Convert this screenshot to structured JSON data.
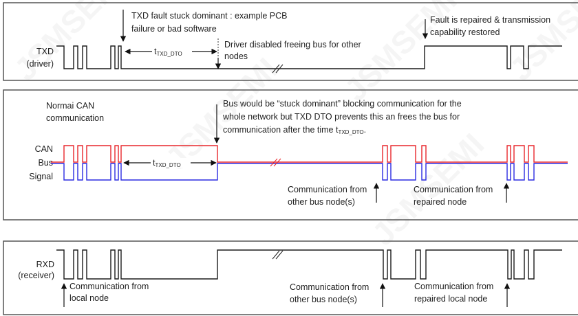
{
  "diagram": {
    "title": "CAN TXD dominant time-out behaviour",
    "watermark": "JSMSEMI",
    "colors": {
      "signal": "#1a1a1a",
      "can_high": "#e8262b",
      "can_low": "#2a2ae0",
      "panel_border": "#555555"
    },
    "panels": {
      "txd": {
        "label_line1": "TXD",
        "label_line2": "(driver)",
        "annotation_fault_line1": "TXD fault stuck dominant : example PCB",
        "annotation_fault_line2": "failure or bad software",
        "annotation_disabled_line1": "Driver disabled freeing bus for other",
        "annotation_disabled_line2": "nodes",
        "annotation_repaired_line1": "Fault is repaired & transmission",
        "annotation_repaired_line2": "capability restored",
        "timer_label_main": "t",
        "timer_label_sub": "TXD_DTO"
      },
      "can": {
        "label_line1": "CAN",
        "label_line2": "Bus",
        "label_line3": "Signal",
        "annotation_normal_line1": "Normai CAN",
        "annotation_normal_line2": "communication",
        "annotation_stuck_line1": "Bus would be “stuck dominant” blocking communication for the",
        "annotation_stuck_line2": "whole network but TXD DTO prevents this an frees the bus for",
        "annotation_stuck_line3": "communication after the time t",
        "annotation_stuck_sub": "TXD_DTO",
        "annotation_stuck_end": ".",
        "annotation_other_line1": "Communication from",
        "annotation_other_line2": "other bus node(s)",
        "annotation_repaired_line1": "Communication from",
        "annotation_repaired_line2": "repaired node",
        "timer_label_main": "t",
        "timer_label_sub": "TXD_DTO"
      },
      "rxd": {
        "label_line1": "RXD",
        "label_line2": "(receiver)",
        "annotation_local_line1": "Communication from",
        "annotation_local_line2": "local node",
        "annotation_other_line1": "Communication from",
        "annotation_other_line2": "other bus node(s)",
        "annotation_repaired_line1": "Communication from",
        "annotation_repaired_line2": "repaired local node"
      }
    },
    "waveforms": {
      "txd_dominant_intervals": [
        [
          93,
          107
        ],
        [
          113,
          120
        ],
        [
          126,
          161
        ],
        [
          167,
          172
        ],
        [
          176,
          617
        ],
        [
          737,
          742
        ],
        [
          761,
          768
        ]
      ],
      "can_dominant_intervals": [
        [
          93,
          107
        ],
        [
          113,
          120
        ],
        [
          126,
          161
        ],
        [
          167,
          172
        ],
        [
          176,
          316
        ],
        [
          556,
          563
        ],
        [
          568,
          604
        ],
        [
          613,
          619
        ],
        [
          737,
          742
        ],
        [
          747,
          762
        ],
        [
          768,
          776
        ]
      ],
      "rxd_dominant_intervals": [
        [
          93,
          107
        ],
        [
          113,
          120
        ],
        [
          126,
          161
        ],
        [
          167,
          172
        ],
        [
          176,
          316
        ],
        [
          557,
          563
        ],
        [
          568,
          604
        ],
        [
          611,
          619
        ],
        [
          738,
          743
        ],
        [
          747,
          762
        ],
        [
          768,
          776
        ]
      ]
    }
  }
}
